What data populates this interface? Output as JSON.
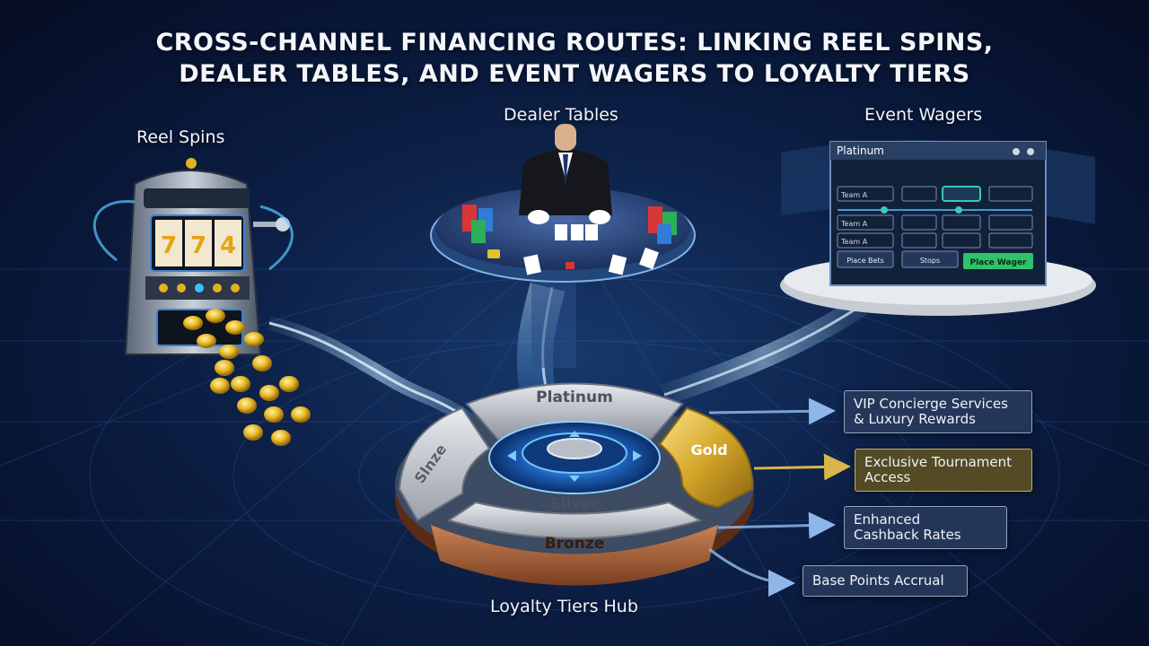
{
  "title": {
    "line1": "CROSS-CHANNEL FINANCING ROUTES: LINKING REEL SPINS,",
    "line2": "DEALER TABLES, AND EVENT WAGERS TO LOYALTY TIERS"
  },
  "channels": {
    "reel_spins": "Reel Spins",
    "dealer_tables": "Dealer Tables",
    "event_wagers": "Event Wagers"
  },
  "hub": {
    "label": "Loyalty Tiers Hub",
    "tiers": {
      "platinum": "Platinum",
      "gold": "Gold",
      "silver": "Silver",
      "bronze": "Bronze",
      "left_segment": "Slnze"
    }
  },
  "benefits": {
    "vip": [
      "VIP Concierge Services",
      "& Luxury Rewards"
    ],
    "tournament": [
      "Exclusive Tournament",
      "Access"
    ],
    "cashback": [
      "Enhanced",
      "Cashback Rates"
    ],
    "base": [
      "Base Points Accrual"
    ]
  },
  "wager_panel": {
    "title": "Platinum",
    "rows": [
      "Team A",
      "Team A",
      "Team A"
    ],
    "buttons": [
      "Place Bets",
      "Stops",
      "Place Wager"
    ]
  },
  "colors": {
    "platinum": "#b9bec6",
    "gold": "#d8b03a",
    "silver": "#c8ccd2",
    "bronze": "#a8623a",
    "flow": "#7fc4ff",
    "place_wager": "#2ec36a"
  }
}
